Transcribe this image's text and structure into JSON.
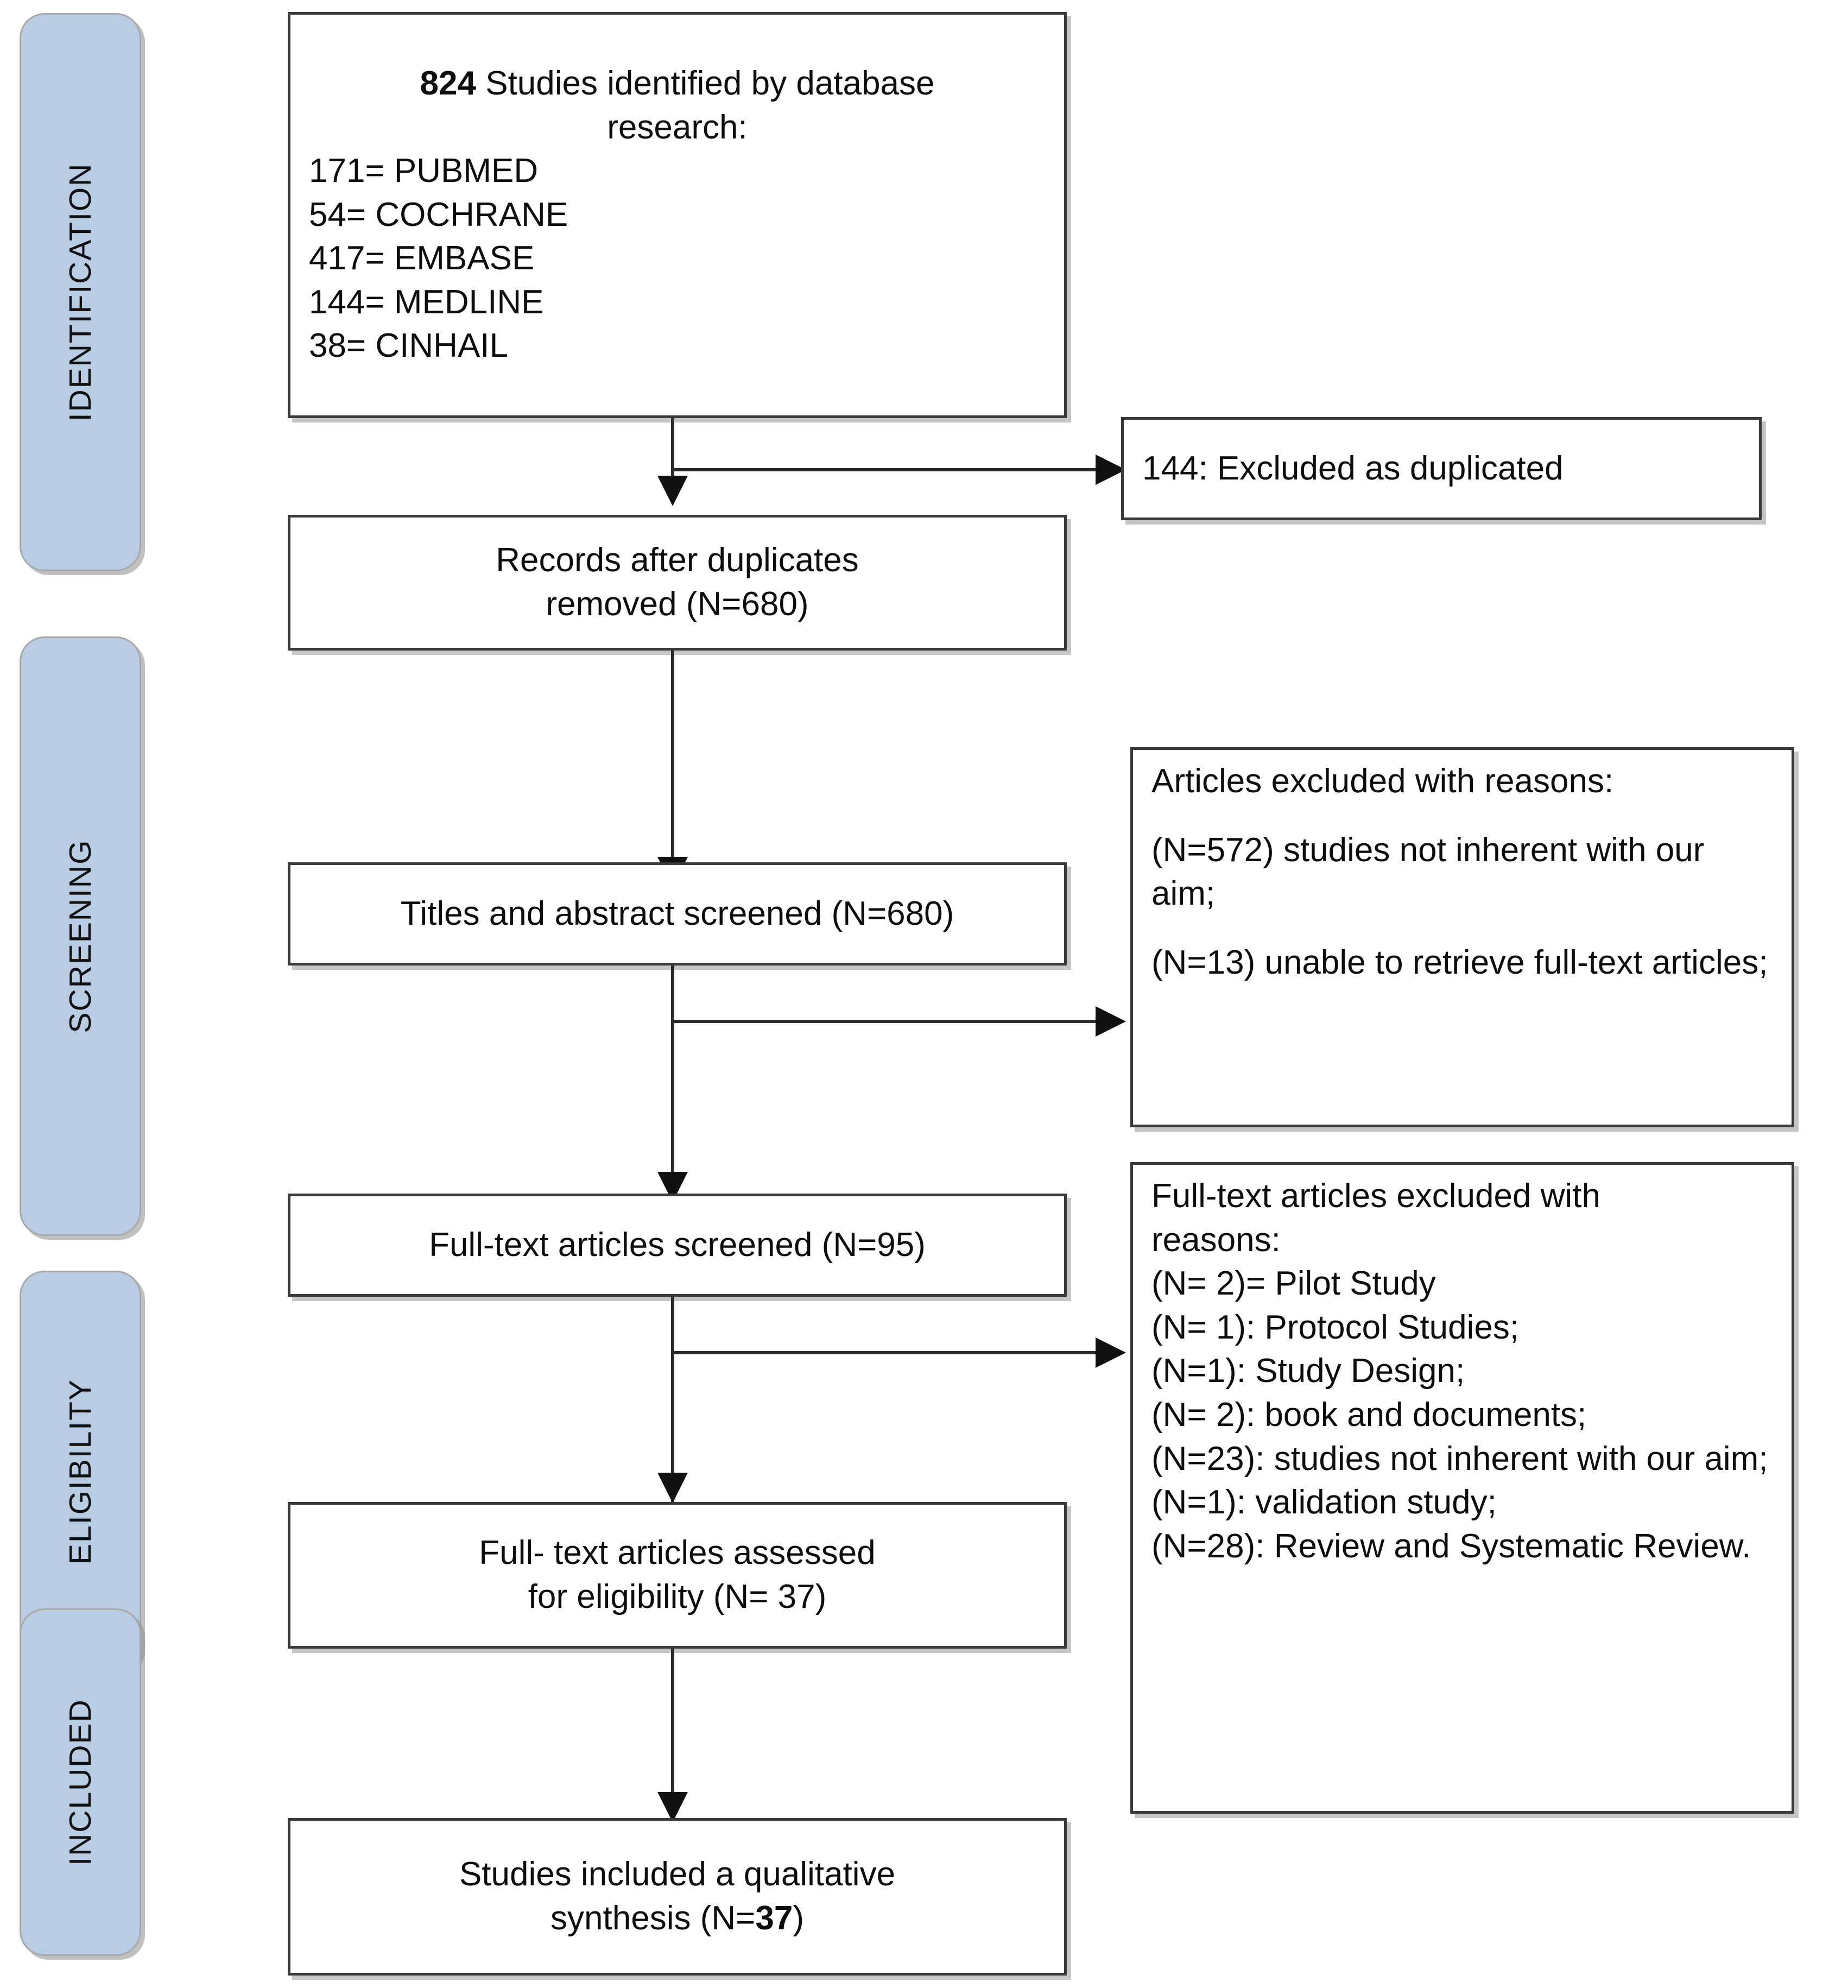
{
  "diagram": {
    "type": "PRISMA flow diagram",
    "accent_color": "#b8cce4",
    "box_border_color": "#3a3a3a",
    "stages": [
      {
        "id": "identification",
        "label": "IDENTIFICATION"
      },
      {
        "id": "screening",
        "label": "SCREENING"
      },
      {
        "id": "eligibility",
        "label": "ELIGIBILITY"
      },
      {
        "id": "included",
        "label": "INCLUDED"
      }
    ],
    "boxes": {
      "identified": {
        "title_number": "824",
        "title_rest": " Studies identified by database",
        "title_second_line": "research:",
        "sources": [
          "171= PUBMED",
          "54= COCHRANE",
          "417= EMBASE",
          "144= MEDLINE",
          "38= CINHAIL"
        ]
      },
      "duplicates_excluded": {
        "text": "144: Excluded as duplicated"
      },
      "after_duplicates": {
        "line1": "Records after duplicates",
        "line2": "removed (N=680)"
      },
      "titles_screened": {
        "line1": "Titles and abstract screened (N=680)"
      },
      "articles_excluded": {
        "heading": "Articles excluded with reasons:",
        "reasons": [
          "(N=572) studies not inherent with our aim;",
          "(N=13) unable to retrieve full-text articles;"
        ]
      },
      "fulltext_screened": {
        "line1": "Full-text articles screened (N=95)"
      },
      "fulltext_excluded": {
        "heading_line1": "Full-text articles excluded with",
        "heading_line2": "reasons:",
        "reasons": [
          "(N= 2)= Pilot Study",
          "(N= 1): Protocol Studies;",
          "(N=1): Study Design;",
          "(N= 2): book and documents;",
          "(N=23): studies not inherent with our aim;",
          "(N=1): validation study;",
          "(N=28): Review and Systematic Review."
        ]
      },
      "assessed_eligibility": {
        "line1": "Full- text articles assessed",
        "line2": "for eligibility (N= 37)"
      },
      "included_synthesis": {
        "line1": "Studies included a qualitative",
        "line2_prefix": "synthesis (N=",
        "line2_number": "37",
        "line2_suffix": ")"
      }
    }
  },
  "chart_data": {
    "type": "table",
    "title": "PRISMA study selection flow",
    "records": [
      {
        "stage": "Records identified from databases",
        "n": 824
      },
      {
        "stage": "PUBMED",
        "n": 171
      },
      {
        "stage": "COCHRANE",
        "n": 54
      },
      {
        "stage": "EMBASE",
        "n": 417
      },
      {
        "stage": "MEDLINE",
        "n": 144
      },
      {
        "stage": "CINHAIL",
        "n": 38
      },
      {
        "stage": "Excluded as duplicated",
        "n": 144
      },
      {
        "stage": "Records after duplicates removed",
        "n": 680
      },
      {
        "stage": "Titles and abstract screened",
        "n": 680
      },
      {
        "stage": "Excluded - studies not inherent with our aim",
        "n": 572
      },
      {
        "stage": "Excluded - unable to retrieve full-text articles",
        "n": 13
      },
      {
        "stage": "Full-text articles screened",
        "n": 95
      },
      {
        "stage": "Excluded - Pilot Study",
        "n": 2
      },
      {
        "stage": "Excluded - Protocol Studies",
        "n": 1
      },
      {
        "stage": "Excluded - Study Design",
        "n": 1
      },
      {
        "stage": "Excluded - book and documents",
        "n": 2
      },
      {
        "stage": "Excluded - studies not inherent with our aim",
        "n": 23
      },
      {
        "stage": "Excluded - validation study",
        "n": 1
      },
      {
        "stage": "Excluded - Review and Systematic Review",
        "n": 28
      },
      {
        "stage": "Full-text articles assessed for eligibility",
        "n": 37
      },
      {
        "stage": "Studies included a qualitative synthesis",
        "n": 37
      }
    ]
  }
}
